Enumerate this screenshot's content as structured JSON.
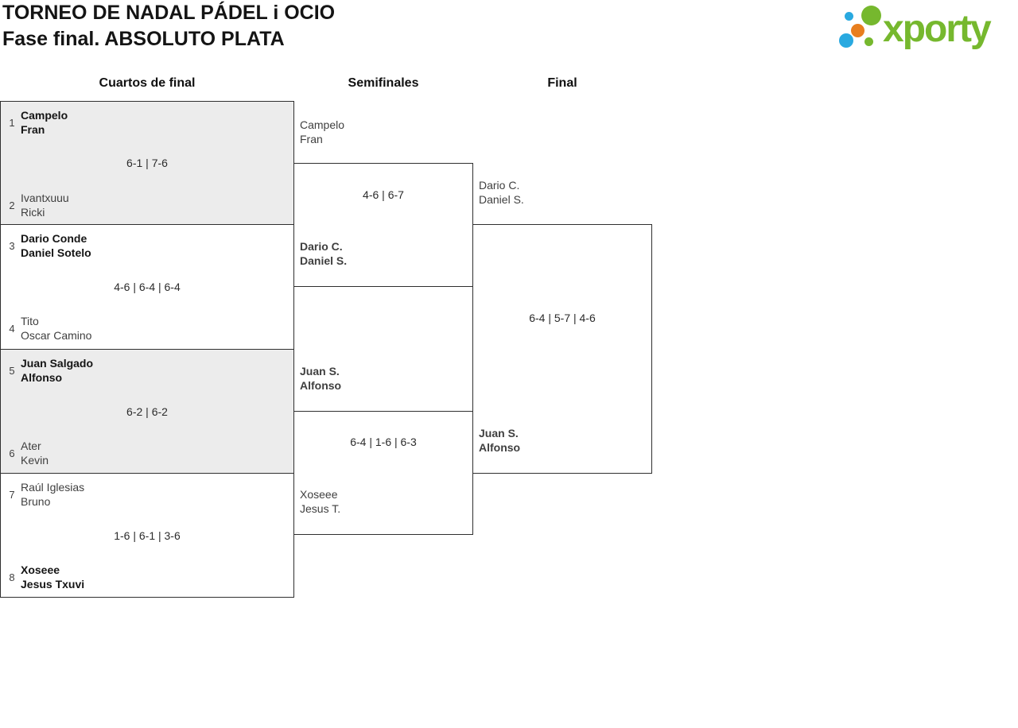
{
  "header": {
    "title": "TORNEO DE NADAL PÁDEL i OCIO",
    "subtitle": "Fase final. ABSOLUTO PLATA"
  },
  "logo": {
    "brand": "xporty",
    "colors": {
      "green": "#76b82e",
      "blue": "#29a9e0",
      "orange": "#e87e1e"
    }
  },
  "round_headers": {
    "quarters": "Cuartos de final",
    "semis": "Semifinales",
    "final": "Final"
  },
  "quarterfinals": [
    {
      "seed_a": "1",
      "team_a": "Campelo\nFran",
      "team_a_winner": true,
      "score": "6-1 | 7-6",
      "seed_b": "2",
      "team_b": "Ivantxuuu\nRicki",
      "team_b_winner": false
    },
    {
      "seed_a": "3",
      "team_a": "Dario Conde\nDaniel Sotelo",
      "team_a_winner": true,
      "score": "4-6 | 6-4 | 6-4",
      "seed_b": "4",
      "team_b": "Tito\nOscar Camino",
      "team_b_winner": false
    },
    {
      "seed_a": "5",
      "team_a": "Juan Salgado\nAlfonso",
      "team_a_winner": true,
      "score": "6-2 | 6-2",
      "seed_b": "6",
      "team_b": "Ater\nKevin",
      "team_b_winner": false
    },
    {
      "seed_a": "7",
      "team_a": "Raúl Iglesias\nBruno",
      "team_a_winner": false,
      "score": "1-6 | 6-1 | 3-6",
      "seed_b": "8",
      "team_b": "Xoseee\nJesus Txuvi",
      "team_b_winner": true
    }
  ],
  "semifinals": [
    {
      "team_a": "Campelo\nFran",
      "team_a_winner": false,
      "score": "4-6 | 6-7",
      "team_b": "Dario C.\nDaniel S.",
      "team_b_winner": true
    },
    {
      "team_a": "Juan S.\nAlfonso",
      "team_a_winner": true,
      "score": "6-4 | 1-6 | 6-3",
      "team_b": "Xoseee\nJesus T.",
      "team_b_winner": false
    }
  ],
  "final": {
    "team_a": "Dario C.\nDaniel S.",
    "team_a_winner": false,
    "score": "6-4 | 5-7 | 4-6",
    "team_b": "Juan S.\nAlfonso",
    "team_b_winner": true
  },
  "colors": {
    "box_border": "#2f2f2f",
    "shaded_row_bg": "#ececec",
    "winner_text": "#151515",
    "regular_text": "#3f3f3f"
  }
}
